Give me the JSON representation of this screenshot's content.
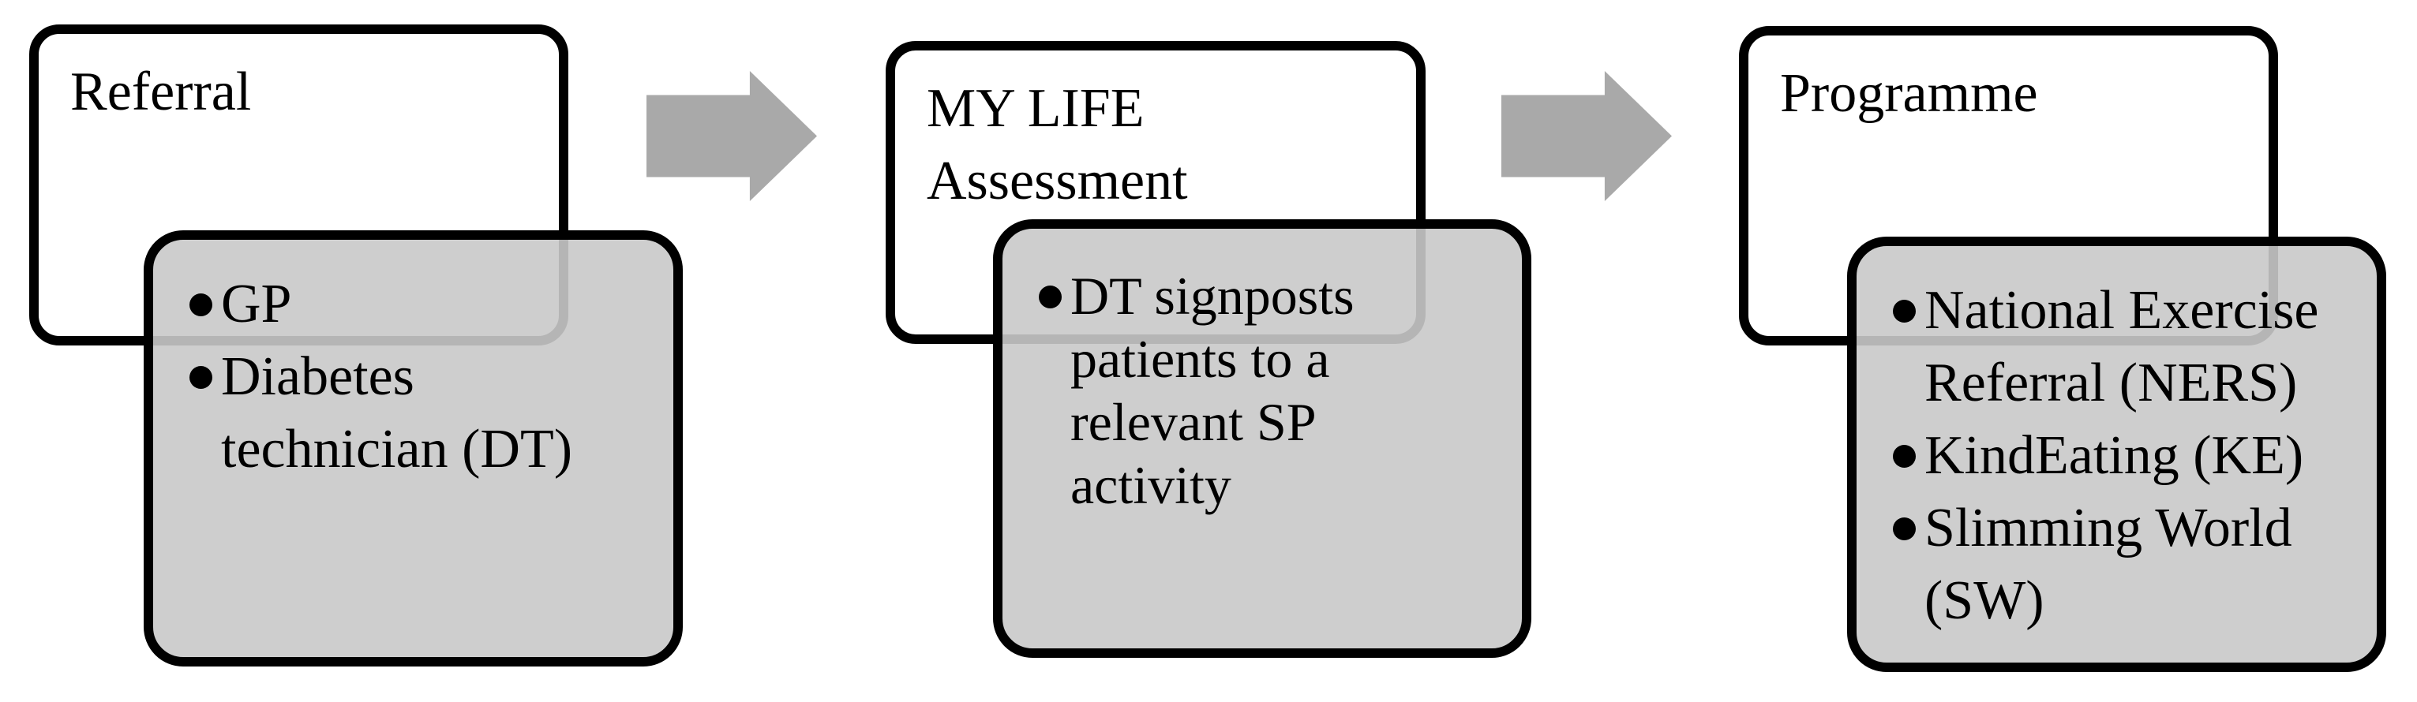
{
  "figure": {
    "type": "flow-diagram",
    "background_color": "#ffffff",
    "box_border_color": "#000000",
    "detail_box_fill": "#d0d0d0",
    "arrow_color": "#a9a9a9",
    "arrow_count": 2
  },
  "groups": [
    {
      "stage": "referral",
      "title": [
        "Referral"
      ],
      "bullets": [
        [
          "GP"
        ],
        [
          "Diabetes",
          "technician (DT)"
        ]
      ]
    },
    {
      "stage": "assessment",
      "title": [
        "MY LIFE",
        "Assessment"
      ],
      "bullets": [
        [
          "DT signposts",
          "patients to a",
          "relevant SP",
          "activity"
        ]
      ]
    },
    {
      "stage": "programme",
      "title": [
        "Programme"
      ],
      "bullets": [
        [
          "National Exercise",
          "Referral (NERS)"
        ],
        [
          "KindEating (KE)"
        ],
        [
          "Slimming World",
          "(SW)"
        ]
      ]
    }
  ]
}
